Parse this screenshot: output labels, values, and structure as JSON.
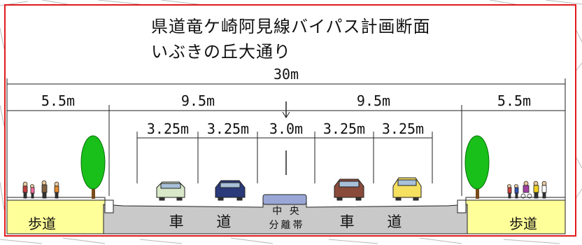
{
  "title": {
    "line1": "県道竜ケ崎阿見線バイパス計画断面",
    "line2": "いぶきの丘大通り"
  },
  "dimensions": {
    "total": "30m",
    "row2": [
      "5.5m",
      "9.5m",
      "9.5m",
      "5.5m"
    ],
    "row3": [
      "3.25m",
      "3.25m",
      "3.0m",
      "3.25m",
      "3.25m"
    ]
  },
  "segments": {
    "sidewalk_left": "歩道",
    "roadway_left": "車 道",
    "median_line1": "中 央",
    "median_line2": "分離帯",
    "roadway_right": "車 道",
    "sidewalk_right": "歩道"
  },
  "colors": {
    "frame": "#e01a1a",
    "sidewalk": "#ffff99",
    "roadway": "#c9c9c9",
    "median": "#c9c9c9",
    "tree": "#19c019"
  }
}
